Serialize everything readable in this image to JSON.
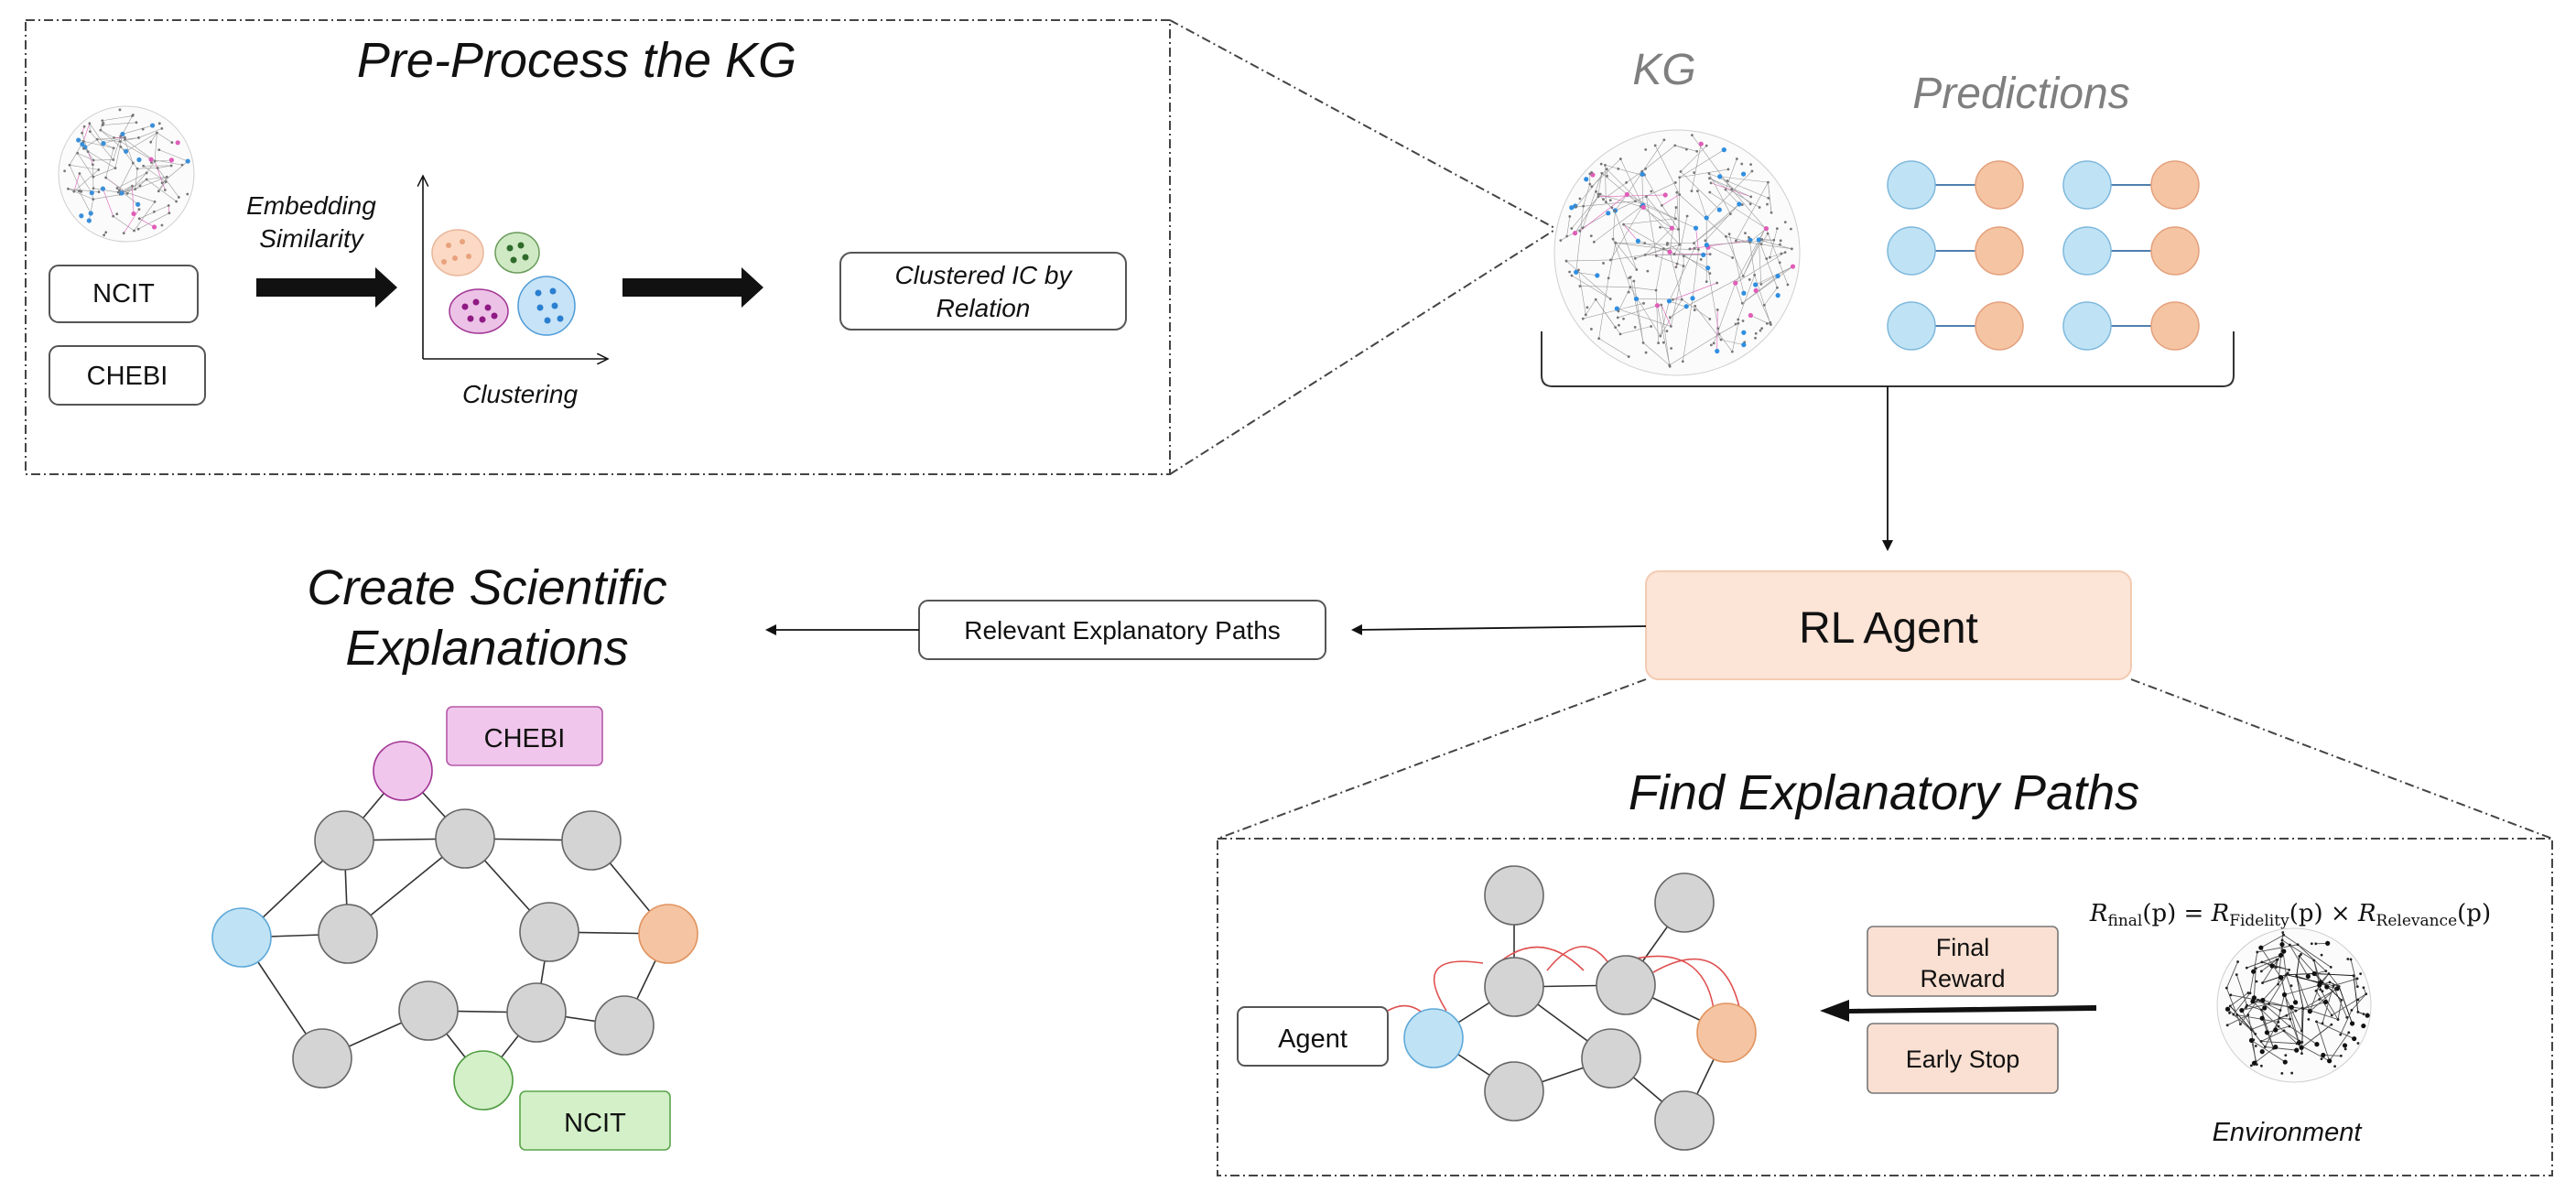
{
  "preprocess": {
    "title": "Pre-Process the KG",
    "ncit": "NCIT",
    "chebi": "CHEBI",
    "embedding_line1": "Embedding",
    "embedding_line2": "Similarity",
    "clustering": "Clustering",
    "clustered_line1": "Clustered IC by",
    "clustered_line2": "Relation"
  },
  "kg_label": "KG",
  "predictions_label": "Predictions",
  "rl_agent": "RL Agent",
  "relevant_paths": "Relevant Explanatory Paths",
  "create": {
    "title_line1": "Create Scientific",
    "title_line2": "Explanations",
    "chebi": "CHEBI",
    "ncit": "NCIT"
  },
  "find": {
    "title": "Find Explanatory Paths",
    "agent": "Agent",
    "final_line1": "Final",
    "final_line2": "Reward",
    "early_stop": "Early Stop",
    "environment": "Environment",
    "formula": {
      "r": "R",
      "final_sub": "final",
      "p1": "(p) = ",
      "fidelity_sub": "Fidelity",
      "p2": "(p) × ",
      "relevance_sub": "Relevance",
      "p3": "(p)"
    }
  },
  "colors": {
    "blue_node": "#bfe3f5",
    "orange_node": "#f5c4a3",
    "pink_node": "#f0c6ec",
    "green_node": "#d3f0c8",
    "gray_node": "#d4d4d4",
    "rl_box": "#fce4d6",
    "reward_box": "#fae0d2",
    "line_red": "#e05050"
  }
}
